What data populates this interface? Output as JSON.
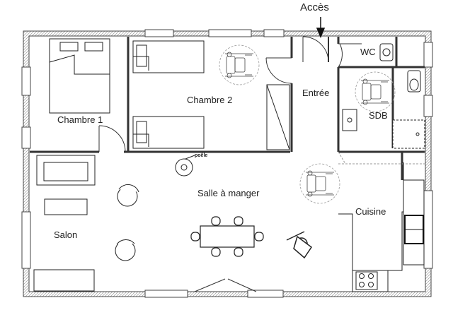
{
  "plan": {
    "access_label": "Accès",
    "rooms": {
      "chambre1": "Chambre 1",
      "chambre2": "Chambre 2",
      "entree": "Entrée",
      "wc": "WC",
      "sdb": "SDB",
      "salle_a_manger": "Salle à manger",
      "salon": "Salon",
      "cuisine": "Cuisine"
    },
    "stove_label": "poêle",
    "colors": {
      "wall": "#444444",
      "line": "#222222",
      "hatch": "#999999",
      "dashed": "#9a9a9a"
    }
  }
}
